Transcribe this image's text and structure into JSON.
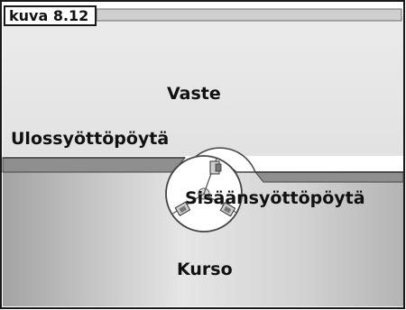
{
  "figure": {
    "tag": "kuva 8.12"
  },
  "labels": {
    "vaste": "Vaste",
    "ulossyotto": "Ulossyöttöpöytä",
    "sisaansyotto": "Sisäänsyöttöpöytä",
    "kurso": "Kurso"
  },
  "colors": {
    "upper_panel": "#e9e9e9",
    "lower_panel_light": "#e6e6e6",
    "lower_panel_dark": "#9c9c9c",
    "table_edge": "#555555",
    "frame": "#1a1a1a"
  }
}
